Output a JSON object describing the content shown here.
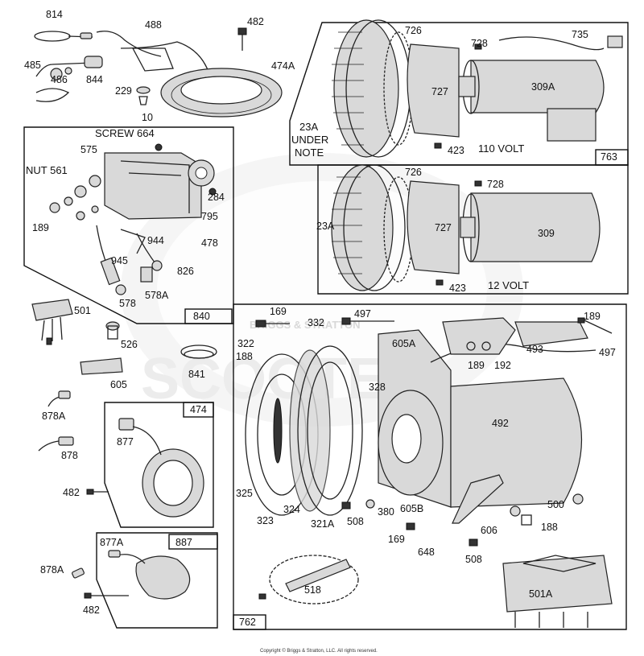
{
  "labels": {
    "l814": "814",
    "l488": "488",
    "l482a": "482",
    "l485": "485",
    "l486": "486",
    "l844": "844",
    "l229": "229",
    "l10": "10",
    "l474a": "474A",
    "screw664": "SCREW 664",
    "l575": "575",
    "nut561": "NUT 561",
    "l284": "284",
    "l189a": "189",
    "l795": "795",
    "l944": "944",
    "l478": "478",
    "l945": "945",
    "l826": "826",
    "l578": "578",
    "l578a": "578A",
    "l840": "840",
    "l501": "501",
    "l526": "526",
    "l841": "841",
    "l605": "605",
    "l878a": "878A",
    "l474": "474",
    "l877": "877",
    "l878": "878",
    "l482b": "482",
    "l877a": "877A",
    "l887": "887",
    "l878a2": "878A",
    "l482c": "482",
    "l726a": "726",
    "l728a": "728",
    "l735": "735",
    "l727a": "727",
    "l309a": "309A",
    "l23a_under": "23A",
    "under": "UNDER",
    "note": "NOTE",
    "l423a": "423",
    "v110": "110 VOLT",
    "l763": "763",
    "l726b": "726",
    "l728b": "728",
    "l23a": "23A",
    "l727b": "727",
    "l309": "309",
    "l423b": "423",
    "v12": "12 VOLT",
    "l169a": "169",
    "l497a": "497",
    "l332": "332",
    "l322": "322",
    "l188a": "188",
    "l605a": "605A",
    "l189b": "189",
    "l493": "493",
    "l497b": "497",
    "l189c": "189",
    "l192": "192",
    "l328": "328",
    "l492": "492",
    "l325": "325",
    "l323": "323",
    "l324": "324",
    "l321a": "321A",
    "l508a": "508",
    "l380": "380",
    "l605b": "605B",
    "l500": "500",
    "l606": "606",
    "l188b": "188",
    "l169b": "169",
    "l648": "648",
    "l508b": "508",
    "l518": "518",
    "l501a": "501A",
    "l762": "762"
  },
  "watermark": {
    "text": "SCOOTER",
    "brand": "BRIGGS & STRATTON"
  },
  "copyright": "Copyright © Briggs & Stratton, LLC. All rights reserved."
}
